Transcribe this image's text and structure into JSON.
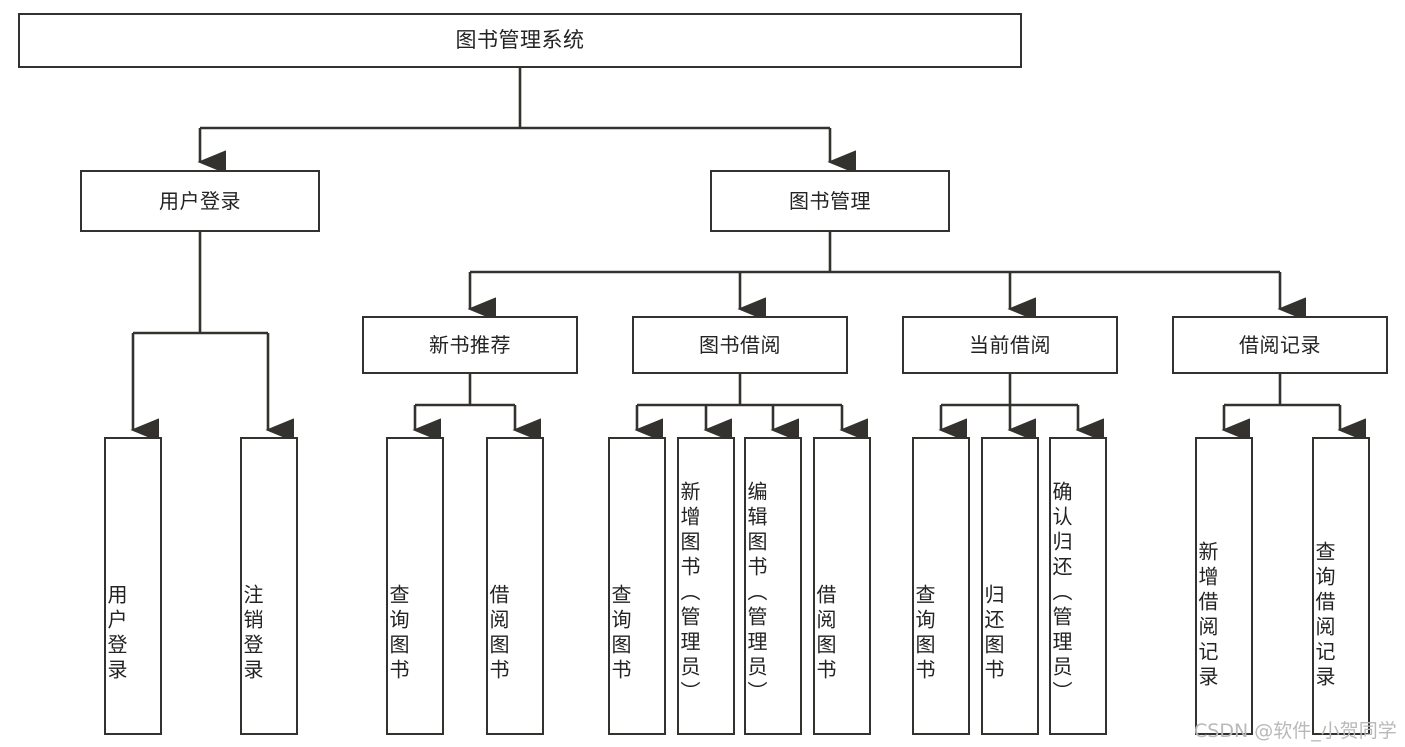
{
  "diagram": {
    "type": "tree-hierarchy",
    "title": "图书管理系统",
    "stroke_color": "#33322f",
    "text_color": "#232323",
    "background": "#ffffff",
    "levels": 4,
    "root": {
      "id": "root",
      "label": "图书管理系统",
      "orientation": "horizontal"
    },
    "level2": [
      {
        "id": "user-login",
        "label": "用户登录",
        "orientation": "horizontal"
      },
      {
        "id": "book-manage",
        "label": "图书管理",
        "orientation": "horizontal"
      }
    ],
    "level3": [
      {
        "id": "new-book-rec",
        "label": "新书推荐",
        "orientation": "horizontal",
        "parent": "book-manage"
      },
      {
        "id": "book-borrow",
        "label": "图书借阅",
        "orientation": "horizontal",
        "parent": "book-manage"
      },
      {
        "id": "current-borrow",
        "label": "当前借阅",
        "orientation": "horizontal",
        "parent": "book-manage"
      },
      {
        "id": "borrow-record",
        "label": "借阅记录",
        "orientation": "horizontal",
        "parent": "book-manage"
      }
    ],
    "leaves": [
      {
        "id": "leaf-user-login",
        "label": "用户登录",
        "parent": "user-login"
      },
      {
        "id": "leaf-logout-login",
        "label": "注销登录",
        "parent": "user-login"
      },
      {
        "id": "leaf-query-book-1",
        "label": "查询图书",
        "parent": "new-book-rec"
      },
      {
        "id": "leaf-borrow-book-1",
        "label": "借阅图书",
        "parent": "new-book-rec"
      },
      {
        "id": "leaf-query-book-2",
        "label": "查询图书",
        "parent": "book-borrow"
      },
      {
        "id": "leaf-add-book",
        "label": "新增图书（管理员）",
        "parent": "book-borrow"
      },
      {
        "id": "leaf-edit-book",
        "label": "编辑图书（管理员）",
        "parent": "book-borrow"
      },
      {
        "id": "leaf-borrow-book-2",
        "label": "借阅图书",
        "parent": "book-borrow"
      },
      {
        "id": "leaf-query-book-3",
        "label": "查询图书",
        "parent": "current-borrow"
      },
      {
        "id": "leaf-return-book",
        "label": "归还图书",
        "parent": "current-borrow"
      },
      {
        "id": "leaf-confirm-return",
        "label": "确认归还（管理员）",
        "parent": "current-borrow"
      },
      {
        "id": "leaf-add-record",
        "label": "新增借阅记录",
        "parent": "borrow-record"
      },
      {
        "id": "leaf-query-record",
        "label": "查询借阅记录",
        "parent": "borrow-record"
      }
    ]
  },
  "watermark": {
    "text": "CSDN @软件_小贺同学"
  }
}
